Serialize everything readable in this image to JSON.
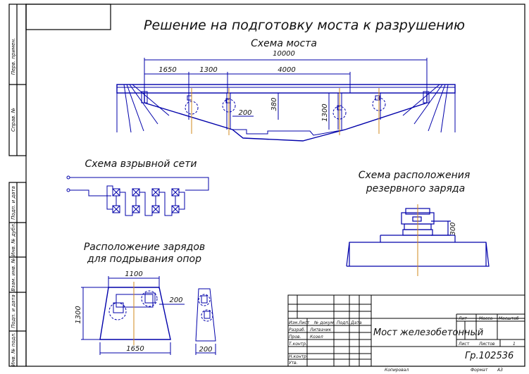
{
  "title": "Решение на подготовку моста к разрушению",
  "bridge_scheme": {
    "title": "Схема моста",
    "dims": {
      "total": "10000",
      "a": "1650",
      "b": "1300",
      "c": "4000",
      "h1": "380",
      "w": "200",
      "h2": "1300"
    }
  },
  "blast_network": {
    "title": "Схема взрывной сети"
  },
  "reserve": {
    "title_line1": "Схема расположения",
    "title_line2": "резервного заряда",
    "dim": "300"
  },
  "charges": {
    "title_line1": "Расположение зарядов",
    "title_line2": "для подрывания опор",
    "dims": {
      "top": "1100",
      "height": "1300",
      "bottom": "1650",
      "side": "200",
      "pier_w": "200"
    }
  },
  "stamp": {
    "name": "Мост железобетонный",
    "code": "Гр.102536",
    "headers": {
      "lit": "Лит",
      "mass": "Масса",
      "scale": "Масштаб"
    },
    "sheet": "Лист",
    "sheets": "Листов",
    "sheets_count": "1",
    "rows": [
      {
        "role": "Изм.",
        "c2": "Лист",
        "c3": "№ докум.",
        "c4": "Подп.",
        "c5": "Дата"
      },
      {
        "role": "Разраб.",
        "c2": "",
        "c3": "Литвачик",
        "c4": "",
        "c5": ""
      },
      {
        "role": "Пров.",
        "c2": "",
        "c3": "Козел",
        "c4": "",
        "c5": ""
      },
      {
        "role": "Т.контр.",
        "c2": "",
        "c3": "",
        "c4": "",
        "c5": ""
      },
      {
        "role": "Н.контр.",
        "c2": "",
        "c3": "",
        "c4": "",
        "c5": ""
      },
      {
        "role": "Утв.",
        "c2": "",
        "c3": "",
        "c4": "",
        "c5": ""
      }
    ],
    "copied": "Копировал",
    "format": "Формат",
    "format_value": "А3"
  },
  "side_labels": {
    "perv": "Перв. примен.",
    "sprav": "Справ. №",
    "podp_date1": "Подп. и дата",
    "inv_dubl": "Инв. № дубл.",
    "vzam": "Взам. инв. №",
    "podp_date2": "Подп. и дата",
    "inv_podl": "Инв. № подл."
  },
  "colors": {
    "frame": "#000000",
    "drawing": "#0000aa",
    "axis": "#d28a1e"
  }
}
